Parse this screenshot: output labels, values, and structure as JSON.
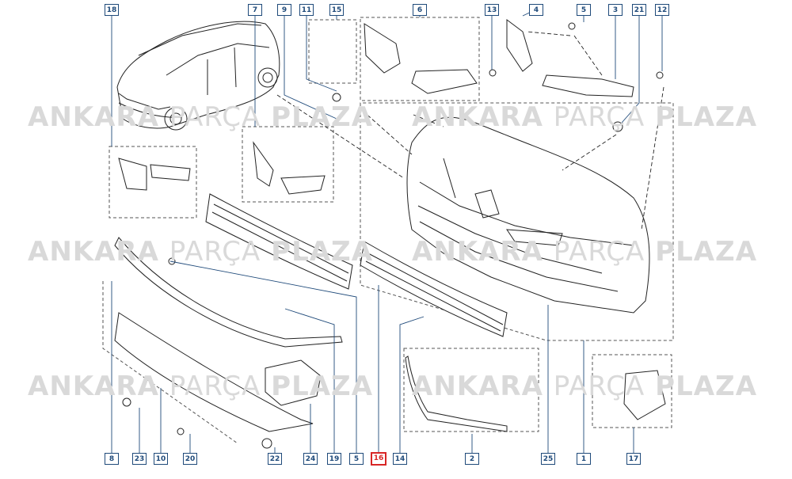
{
  "watermark": {
    "brand": "ANKARA",
    "middle": "PARÇA",
    "end": "PLAZA"
  },
  "callouts": {
    "c18": "18",
    "c7": "7",
    "c9": "9",
    "c11": "11",
    "c15": "15",
    "c6": "6",
    "c13": "13",
    "c4": "4",
    "c5": "5",
    "c3": "3",
    "c21": "21",
    "c12": "12",
    "c8": "8",
    "c23": "23",
    "c10": "10",
    "c20": "20",
    "c22": "22",
    "c24": "24",
    "c19": "19",
    "c5b": "5",
    "c16": "16",
    "c14": "14",
    "c2": "2",
    "c25": "25",
    "c1": "1",
    "c17": "17"
  },
  "highlight_color": "#d82626",
  "line_color": "#1f4a7a"
}
